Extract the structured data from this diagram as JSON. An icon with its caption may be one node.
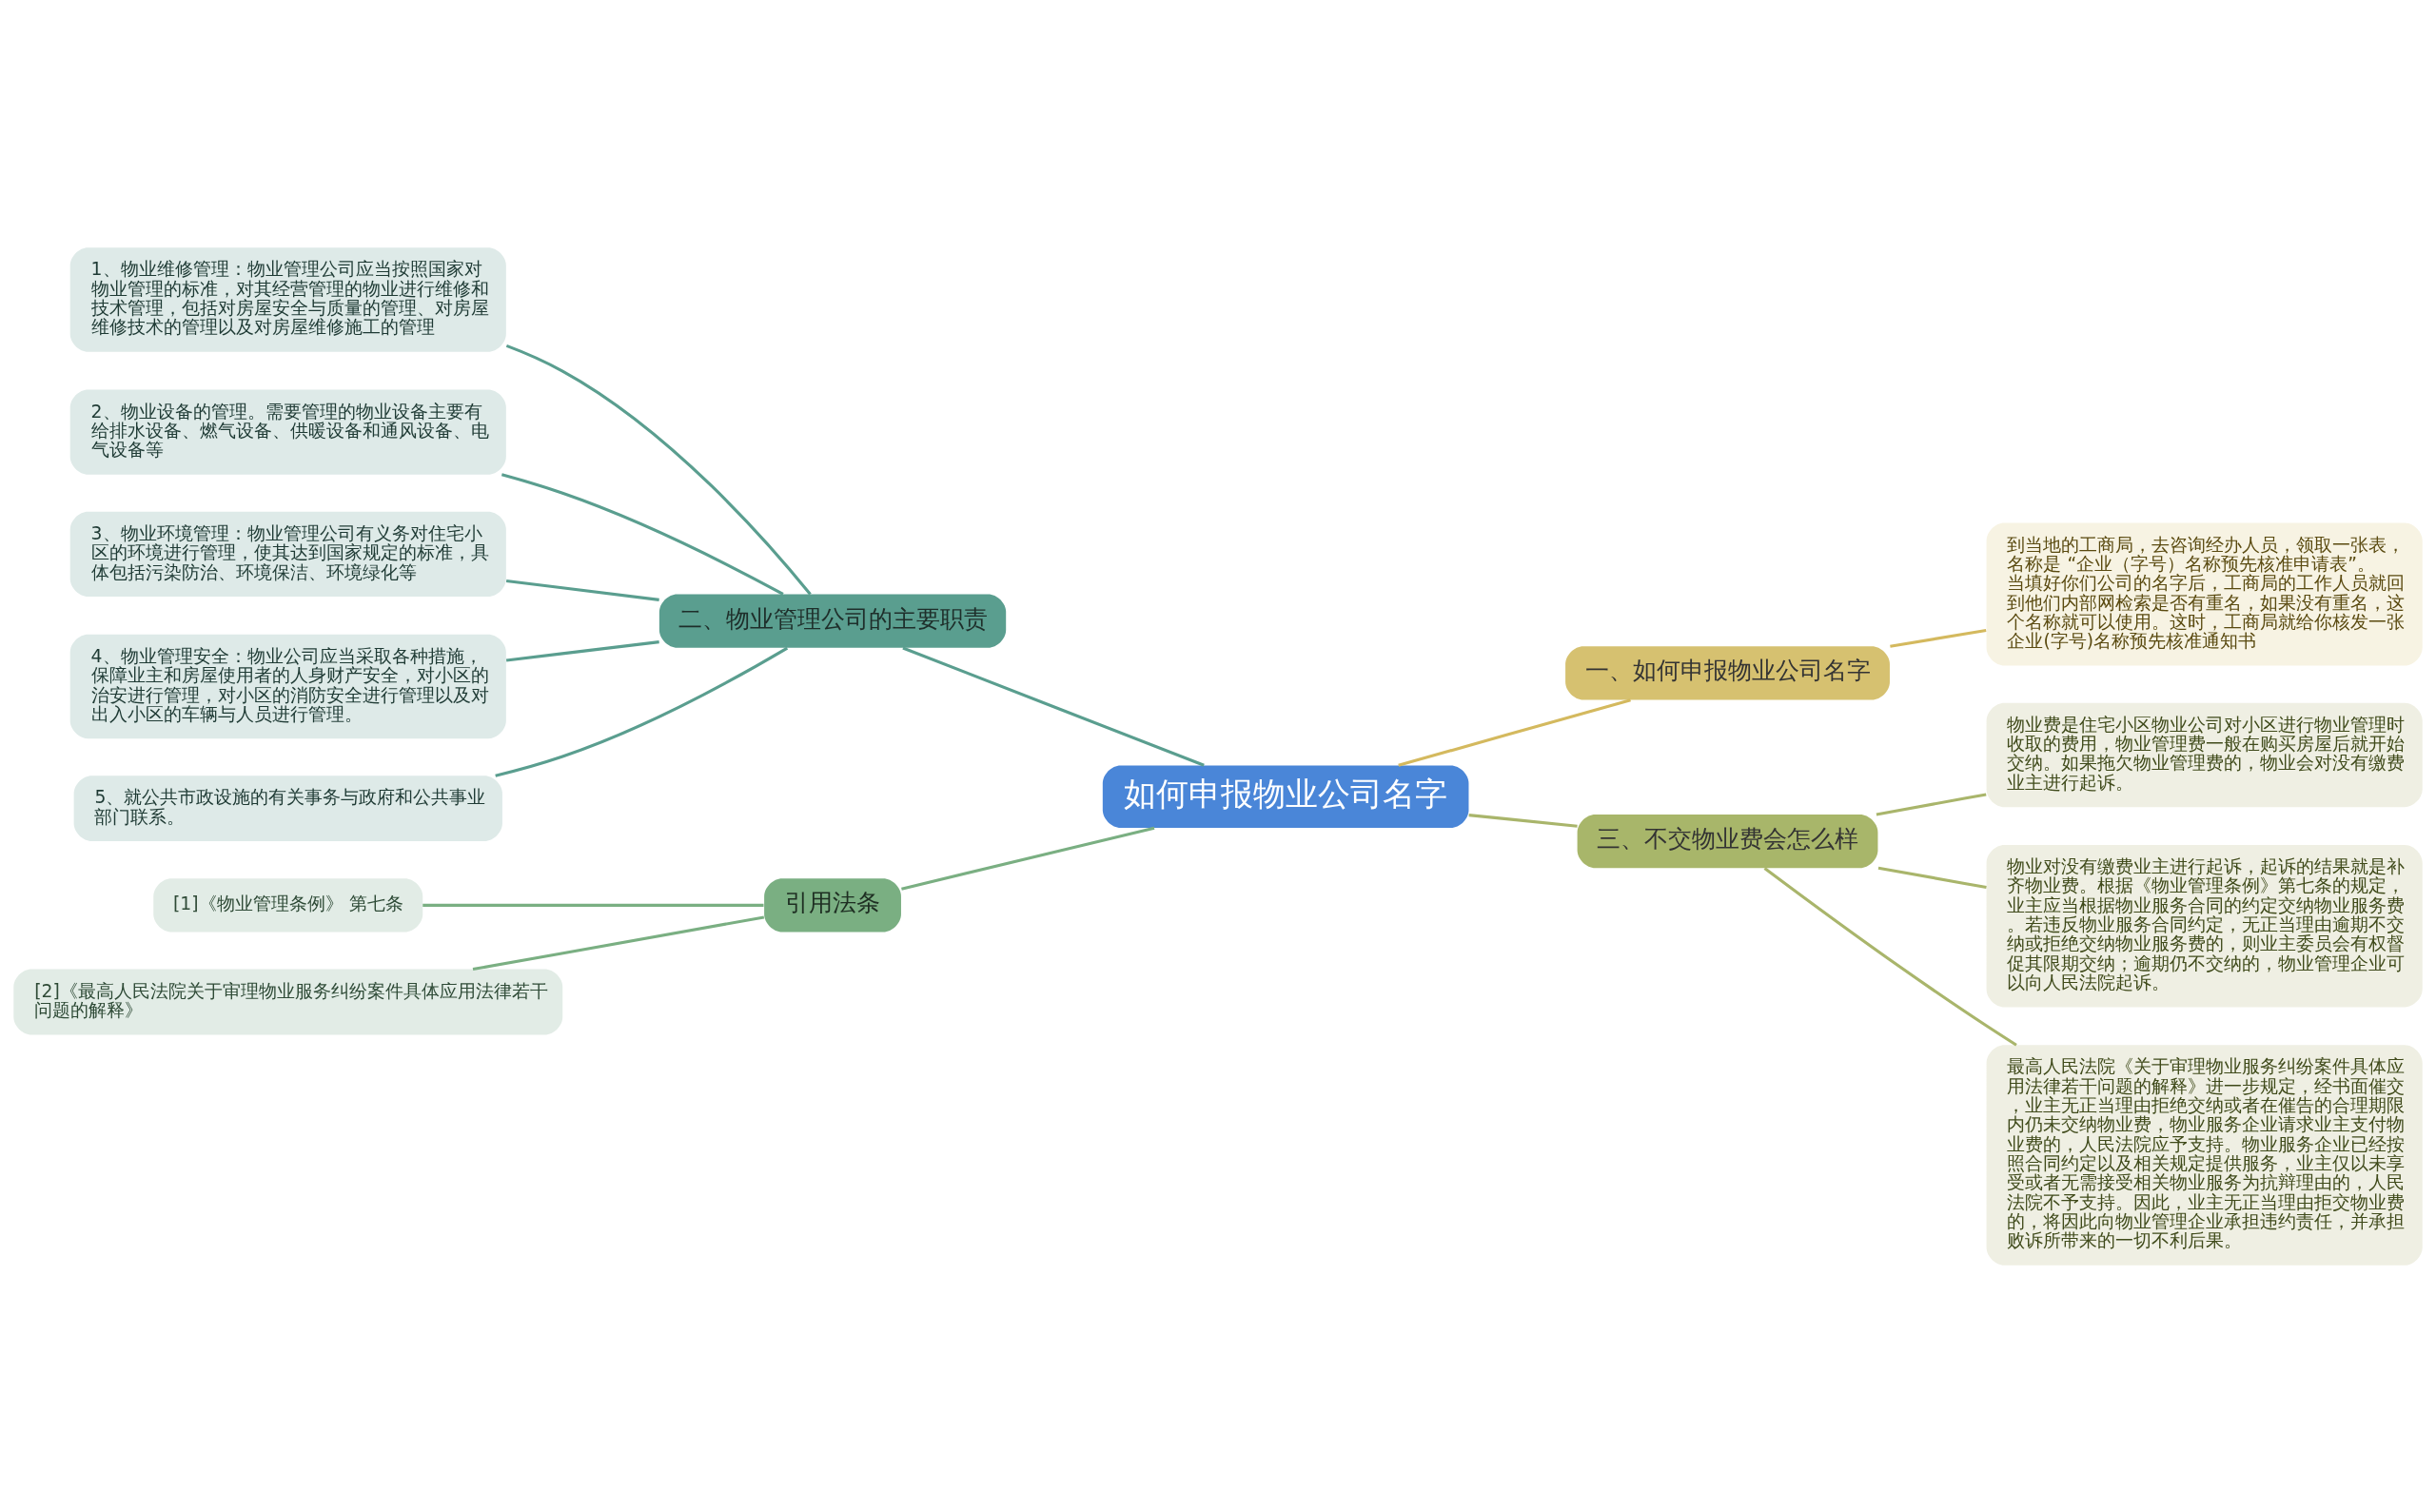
{
  "diagram": {
    "nodes": [
      {
        "text": [
          "如何申报物业公司名字"
        ]
      },
      {
        "text": [
          "一、如何申报物业公司名字"
        ]
      },
      {
        "text": [
          "到当地的工商局，去咨询经办人员，领取一张表，名称是 “企业（字号）名称预先核准申请表”。当填好你们公司的名字后，工商局的工作人员就回到他们内部网检索是否有重名，如果没有重名，这个名称就可以使用。这时，工商局就给你核发一张企业(字号)名称预先核准通知书"
        ]
      },
      {
        "text": [
          "三、不交物业费会怎么样"
        ]
      },
      {
        "text": [
          "物业费是住宅小区物业公司对小区进行物业管理时收取的费用，物业管理费一般在购买房屋后就开始交纳。如果拖欠物业管理费的，物业会对没有缴费业主进行起诉。"
        ]
      },
      {
        "text": [
          "物业对没有缴费业主进行起诉，起诉的结果就是补齐物业费。根据《物业管理条例》第七条的规定，业主应当根据物业服务合同的约定交纳物业服务费。若违反物业服务合同约定，无正当理由逾期不交纳或拒绝交纳物业服务费的，则业主委员会有权督促其限期交纳；逾期仍不交纳的，物业管理企业可以向人民法院起诉。"
        ]
      },
      {
        "text": [
          "最高人民法院《关于审理物业服务纠纷案件具体应用法律若干问题的解释》进一步规定，经书面催交，业主无正当理由拒绝交纳或者在催告的合理期限内仍未交纳物业费，物业服务企业请求业主支付物业费的，人民法院应予支持。物业服务企业已经按照合同约定以及相关规定提供服务，业主仅以未享受或者无需接受相关物业服务为抗辩理由的，人民法院不予支持。因此，业主无正当理由拒交物业费的，将因此向物业管理企业承担违约责任，并承担败诉所带来的一切不利后果。"
        ]
      },
      {
        "text": [
          "二、物业管理公司的主要职责"
        ]
      },
      {
        "text": [
          "1、物业维修管理：物业管理公司应当按照国家对物业管理的标准，对其经营管理的物业进行维修和技术管理，包括对房屋安全与质量的管理、对房屋维修技术的管理以及对房屋维修施工的管理"
        ]
      },
      {
        "text": [
          "2、物业设备的管理。需要管理的物业设备主要有给排水设备、燃气设备、供暖设备和通风设备、电气设备等"
        ]
      },
      {
        "text": [
          "3、物业环境管理：物业管理公司有义务对住宅小区的环境进行管理，使其达到国家规定的标准，具体包括污染防治、环境保洁、环境绿化等"
        ]
      },
      {
        "text": [
          "4、物业管理安全：物业公司应当采取各种措施，保障业主和房屋使用者的人身财产安全，对小区的治安进行管理，对小区的消防安全进行管理以及对出入小区的车辆与人员进行管理。"
        ]
      },
      {
        "text": [
          "5、就公共市政设施的有关事务与政府和公共事业部门联系。"
        ]
      },
      {
        "text": [
          "引用法条"
        ]
      },
      {
        "text": [
          "[1]《物业管理条例》 第七条"
        ]
      },
      {
        "text": [
          "[2]《最高人民法院关于审理物业服务纠纷案件具体应用法律若干问题的解释》"
        ]
      }
    ],
    "edges": [
      {
        "from": 0,
        "to": 1,
        "arrow": "none",
        "color": "#d4b95e"
      },
      {
        "from": 1,
        "to": 2,
        "arrow": "none",
        "color": "#d4b95e"
      },
      {
        "from": 0,
        "to": 3,
        "arrow": "none",
        "color": "#a9b56b"
      },
      {
        "from": 3,
        "to": 4,
        "arrow": "none",
        "color": "#a9b56b"
      },
      {
        "from": 3,
        "to": 5,
        "arrow": "none",
        "color": "#a9b56b"
      },
      {
        "from": 3,
        "to": 6,
        "arrow": "none",
        "color": "#a9b56b"
      },
      {
        "from": 7,
        "to": 0,
        "arrow": "none"
      },
      {
        "from": 8,
        "to": 7,
        "arrow": "none"
      },
      {
        "from": 9,
        "to": 7,
        "arrow": "none"
      },
      {
        "from": 10,
        "to": 7,
        "arrow": "none"
      },
      {
        "from": 11,
        "to": 7,
        "arrow": "none"
      },
      {
        "from": 12,
        "to": 7,
        "arrow": "none"
      },
      {
        "from": 13,
        "to": 0,
        "arrow": "none",
        "color": "#7aaf82"
      },
      {
        "from": 14,
        "to": 13,
        "arrow": "none",
        "color": "#7aaf82"
      },
      {
        "from": 15,
        "to": 13,
        "arrow": "none",
        "color": "#7aaf82"
      }
    ]
  }
}
